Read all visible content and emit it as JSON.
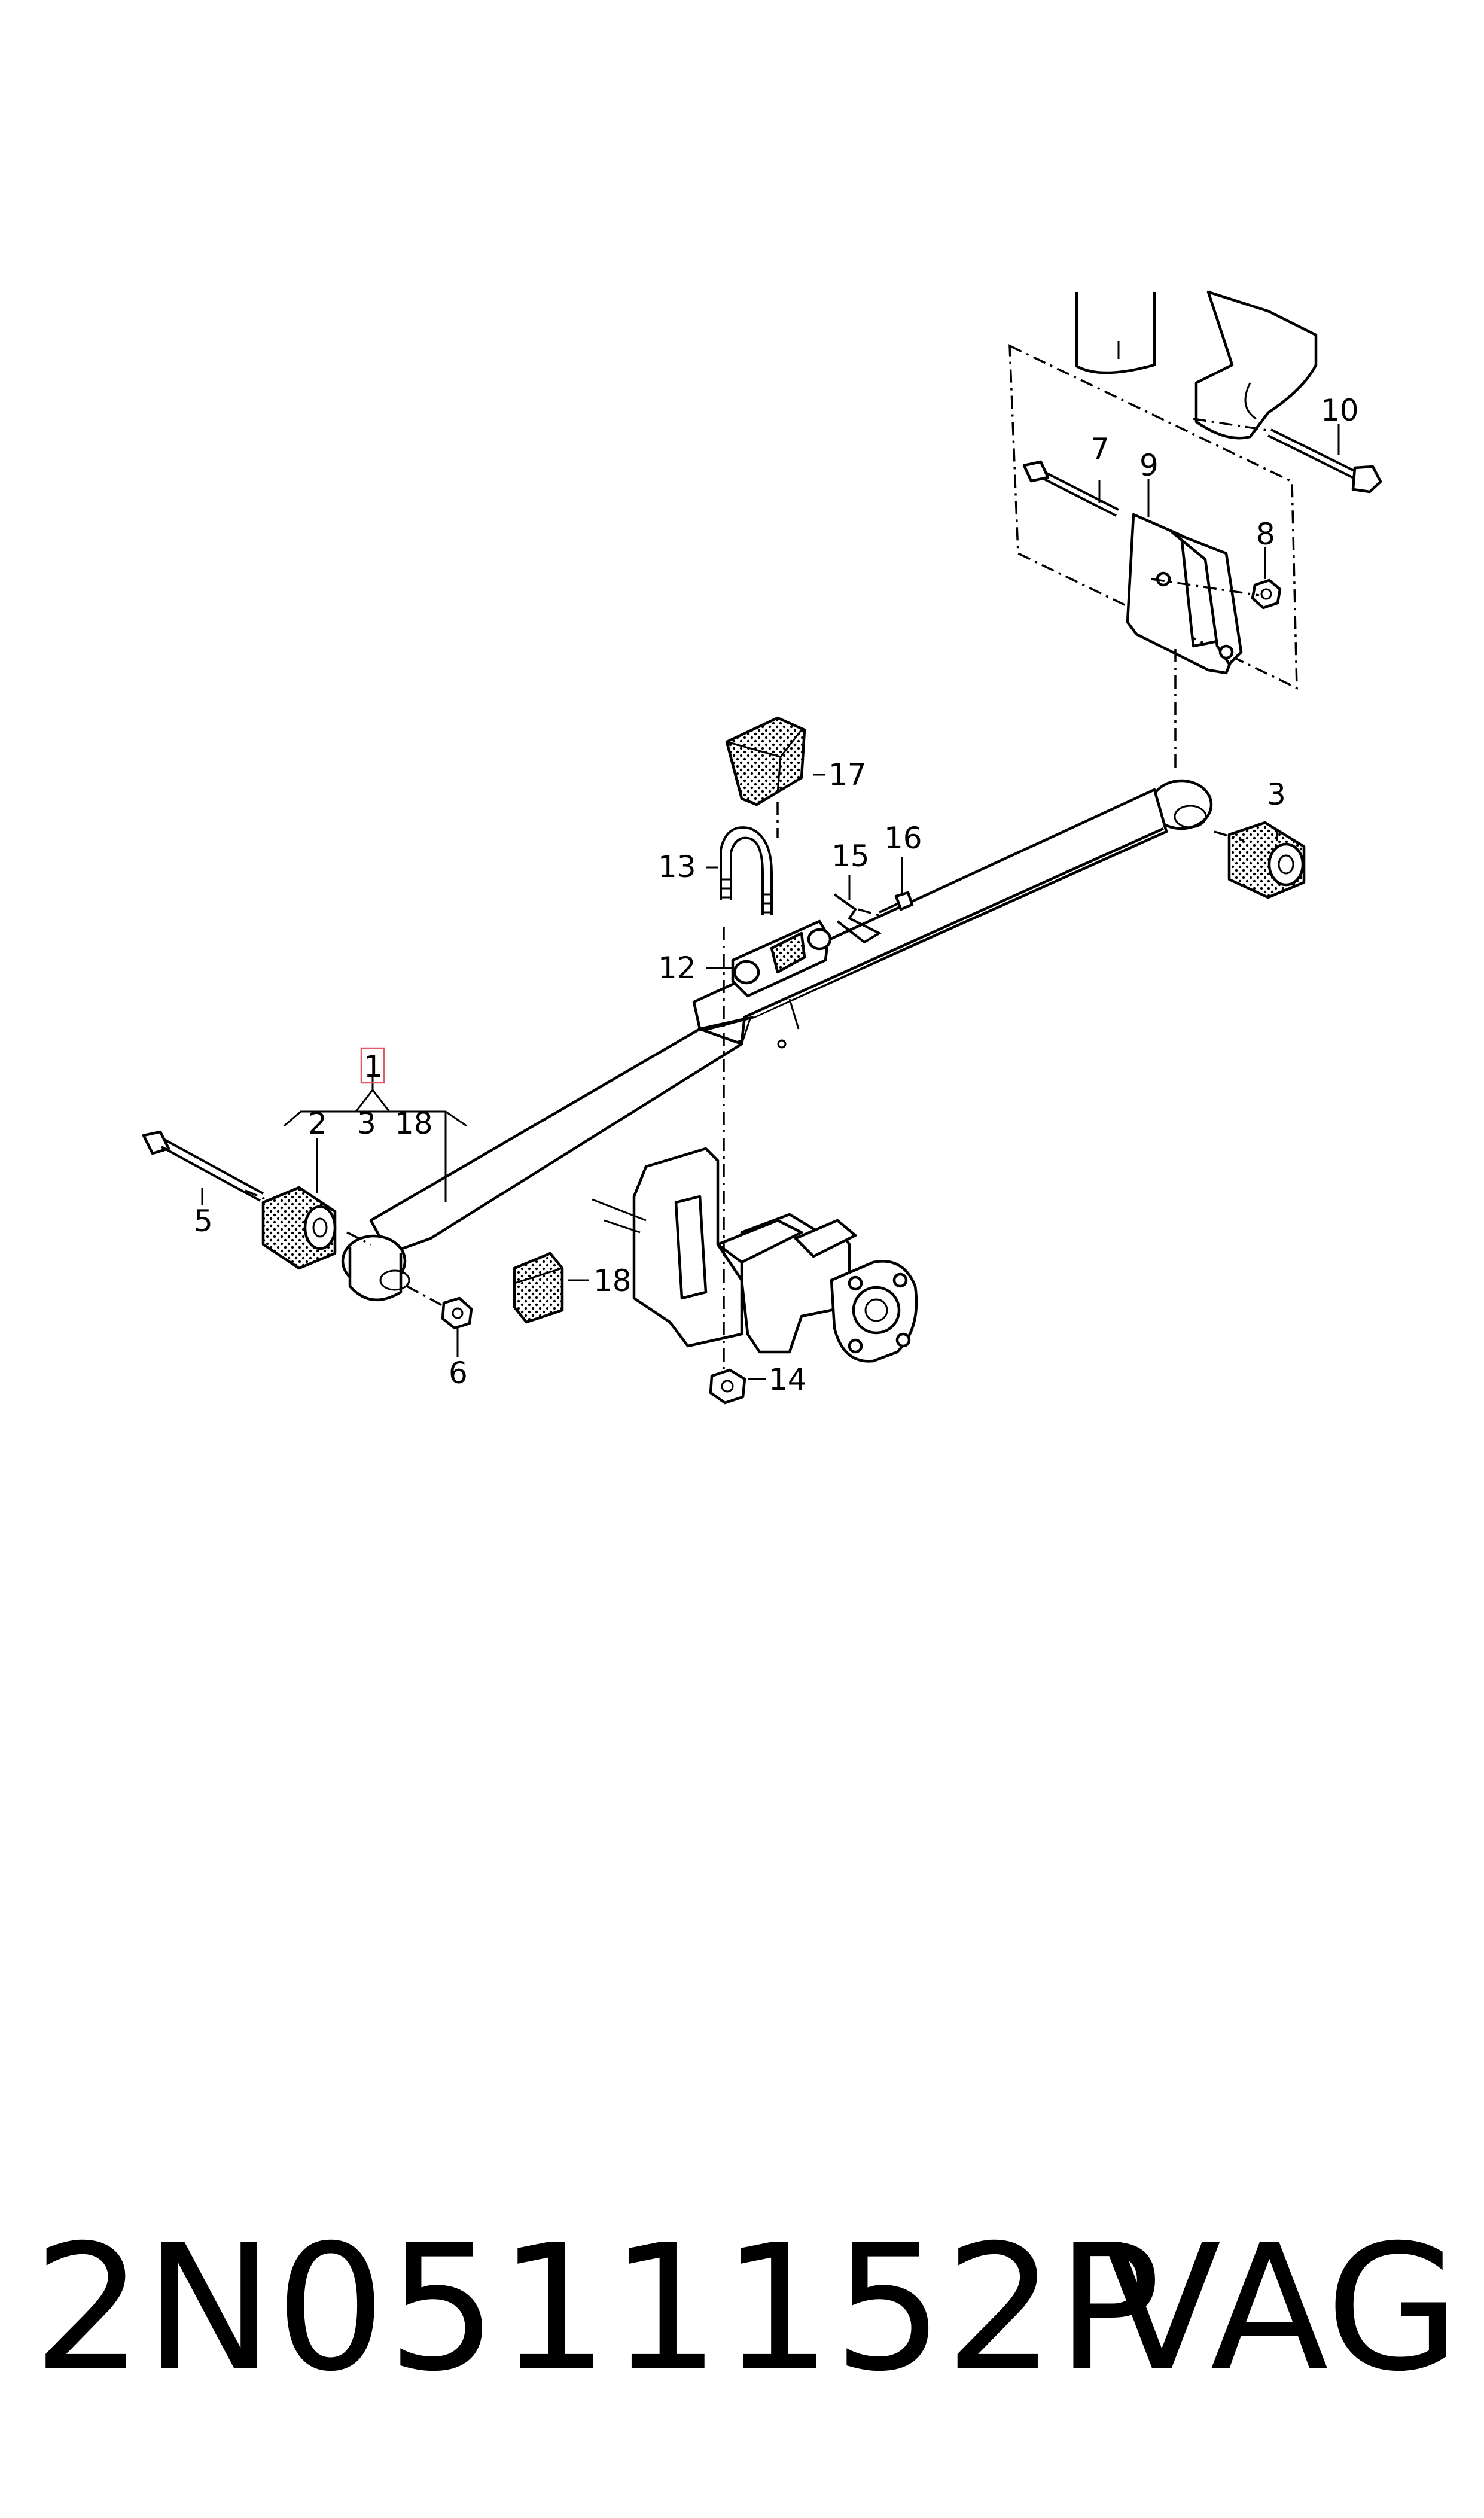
{
  "callouts": [
    {
      "id": "1",
      "text": "1"
    },
    {
      "id": "2",
      "text": "2"
    },
    {
      "id": "3a",
      "text": "3"
    },
    {
      "id": "18a",
      "text": "18"
    },
    {
      "id": "3b",
      "text": "3"
    },
    {
      "id": "5",
      "text": "5"
    },
    {
      "id": "6",
      "text": "6"
    },
    {
      "id": "7",
      "text": "7"
    },
    {
      "id": "8",
      "text": "8"
    },
    {
      "id": "9",
      "text": "9"
    },
    {
      "id": "10",
      "text": "10"
    },
    {
      "id": "12",
      "text": "12"
    },
    {
      "id": "13",
      "text": "13"
    },
    {
      "id": "14",
      "text": "14"
    },
    {
      "id": "15",
      "text": "15"
    },
    {
      "id": "16",
      "text": "16"
    },
    {
      "id": "17",
      "text": "17"
    },
    {
      "id": "18b",
      "text": "18"
    }
  ],
  "highlight_color": "#e05a6a",
  "part_number": "2N0511152P",
  "brand": "VAG"
}
